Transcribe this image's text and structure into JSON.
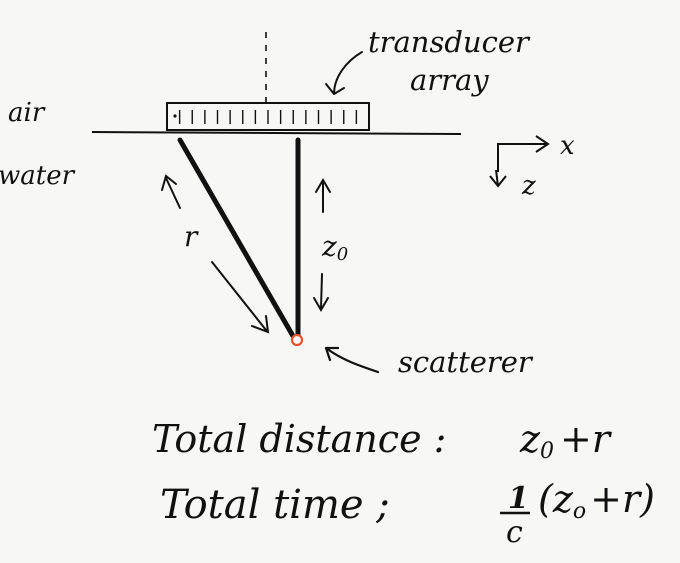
{
  "labels": {
    "medium_top": "air",
    "medium_bottom": "water",
    "array_line1": "transducer",
    "array_line2": "array",
    "axis_x": "x",
    "axis_z": "z",
    "path_r": "r",
    "depth_z0_base": "z",
    "depth_z0_sub": "0",
    "target": "scatterer"
  },
  "equations": {
    "distance_label": "Total distance :",
    "distance_expr_z": "z",
    "distance_expr_sub": "0",
    "distance_expr_rest": "+r",
    "time_label": "Total time ;",
    "time_frac_num": "1",
    "time_frac_den": "c",
    "time_expr_open": "(z",
    "time_expr_sub": "o",
    "time_expr_rest": "+r)"
  },
  "colors": {
    "ink": "#111111",
    "paper": "#f7f7f5",
    "scatterer": "#e8512f"
  },
  "icons": {
    "array": "transducer-array-icon",
    "target": "scatterer-dot-icon"
  }
}
